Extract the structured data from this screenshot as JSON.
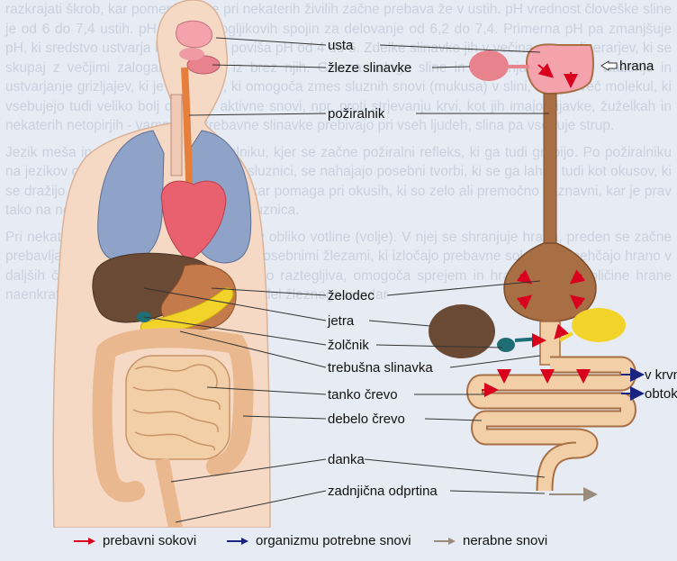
{
  "background_text": [
    "razkrajati škrob, kar pomeni, da se pri nekaterih živilih začne prebava že v ustih. pH vrednost človeške sline je od 6 do 7,4 ustih. pH vrednost ogljikovih spojin za delovanje od 6,2 do 7,4. Primerna pH pa zmanjšuje pH, ki sredstvo ustvarja kislo okolje, poviša pH od 4 do 5. Zdelke slinavke jih v večina monoglicerarjev, ki se skupaj z večjimi zalogami filtrirajo iz brez njih. Glavna naloga sline in izločanja slinavk je vlaženje in ustvarjanje grizljajev, ki je pozitivno, ki omogoča zmes sluznih snovi (mukusa) v slini, ki je iz več molekul, ki vsebujejo tudi veliko bolj dodatne aktivne snovi, npr. proti strjevanju krvi, kot jih imajo pijavke, žuželkah in nekaterih netopirjih - vampirjih. Prebavne slinavke prebivajo pri vseh ljudeh, slina pa vsebuje strup.",
    "Jezik meša in potiska hrano k požiralniku, kjer se začne požiralni refleks, ki ga tudi grabijo. Po požiralniku na jezikov okušalne čašice, kot tudi na sluznici, se nahajajo posebni tvorbi, ki se ga lahko tudi kot okusov, ki se dražijo z okusom hrane. Kljub temu, kar pomaga pri okusih, ki so zelo ali premočno zaznavni, kar je prav tako na nekaterih mestih v ustni votlini sluznica.",
    "Pri nekaterih živalih se požiralnik razširi v obliko votline (volje). V njej se shranjuje hrana, preden se začne prebavljati. Volja je pogosto povezana s posebnimi žlezami, ki izločajo prebavne sokove in mehčajo hrano v daljših časovnih presledkih. Ker je močno raztegljiva, omogoča sprejem in hrambo večje količine hrane naenkrat. Pri številnih živalih je požiralnik del žleznega vendar"
  ],
  "labels": {
    "usta": "usta",
    "slinavke": "žleze slinavke",
    "poziralnik": "požiralnik",
    "zelodec": "želodec",
    "jetra": "jetra",
    "zolcnik": "žolčnik",
    "trebusna": "trebušna slinavka",
    "tanko": "tanko črevo",
    "debelo": "debelo črevo",
    "danka": "danka",
    "zadnjicna": "zadnjična odprtina",
    "hrana": "hrana",
    "v_krvni": "v krvni",
    "obtok": "obtok"
  },
  "legend": [
    {
      "label": "prebavni sokovi",
      "color": "#d8001c"
    },
    {
      "label": "organizmu potrebne snovi",
      "color": "#1a237e"
    },
    {
      "label": "nerabne snovi",
      "color": "#9a8a7a"
    }
  ],
  "colors": {
    "gut": "#a86f45",
    "gut_light": "#f2cfa6",
    "gland": "#e8828c",
    "liver": "#6b4a35",
    "gallbladder": "#1f6e75",
    "pancreas": "#f2d32a",
    "skin": "#f6d9c4"
  }
}
